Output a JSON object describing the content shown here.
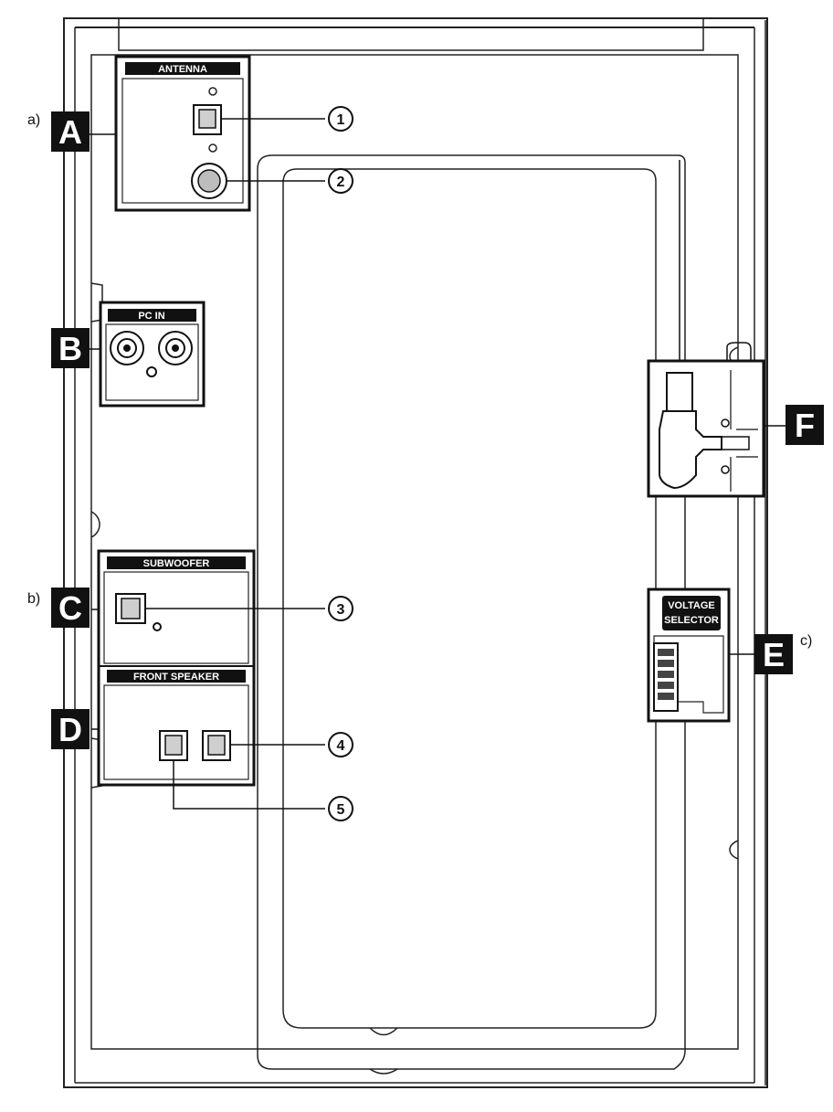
{
  "panels": {
    "antenna": "ANTENNA",
    "pc_in": "PC IN",
    "subwoofer": "SUBWOOFER",
    "front_speaker": "FRONT SPEAKER",
    "voltage_selector_line1": "VOLTAGE",
    "voltage_selector_line2": "SELECTOR"
  },
  "section_letters": {
    "a": "A",
    "b": "B",
    "c": "C",
    "d": "D",
    "e": "E",
    "f": "F"
  },
  "notes": {
    "a": "a)",
    "b": "b)",
    "c": "c)"
  },
  "callouts": [
    "1",
    "2",
    "3",
    "4",
    "5"
  ]
}
